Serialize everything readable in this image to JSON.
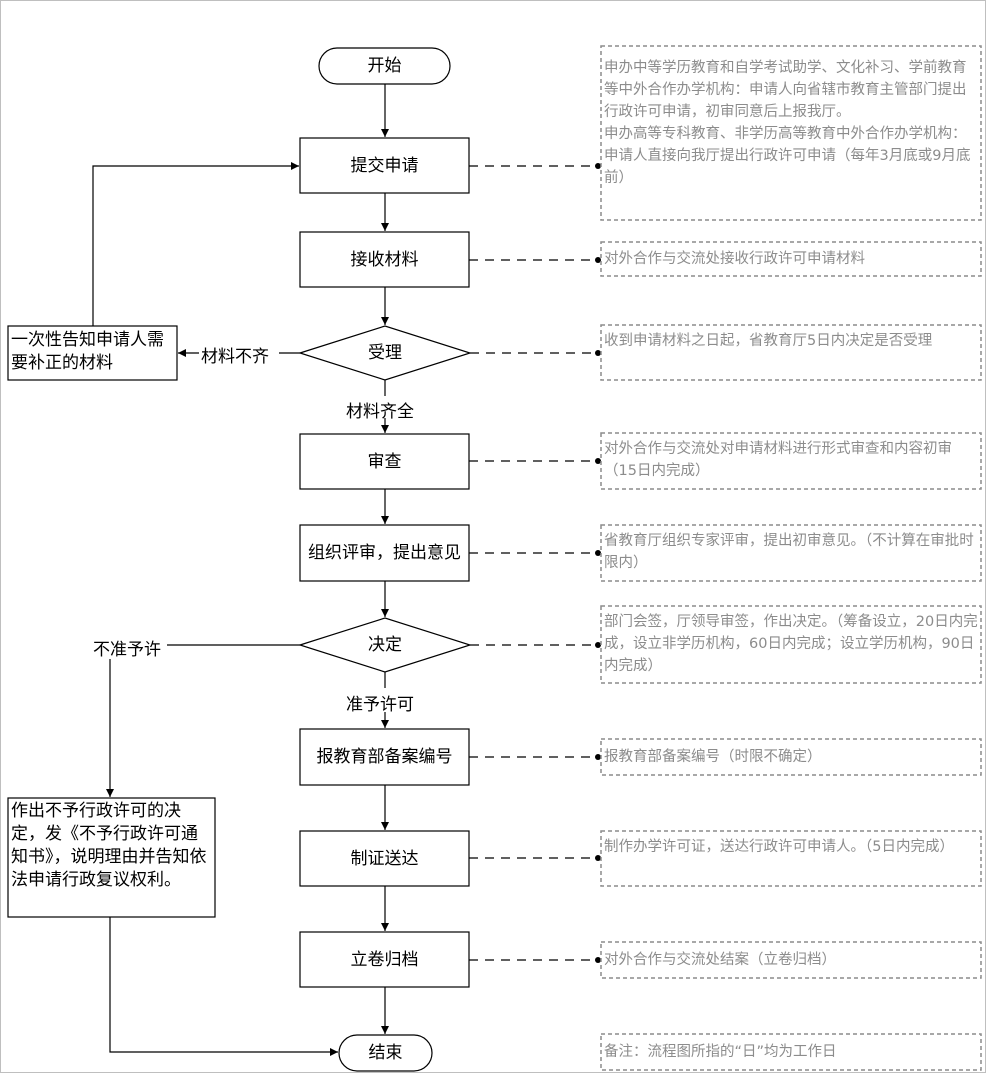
{
  "flow": {
    "start": "开始",
    "end": "结束",
    "submit": "提交申请",
    "receive": "接收材料",
    "accept": "受理",
    "review": "审查",
    "evaluate": "组织评审，提出意见",
    "decide": "决定",
    "register": "报教育部备案编号",
    "issue": "制证送达",
    "archive": "立卷归档"
  },
  "side": {
    "notify": "一次性告知申请人需要补正的材料",
    "deny": "作出不予行政许可的决定，发《不予行政许可通知书》，说明理由并告知依法申请行政复议权利。"
  },
  "labels": {
    "incomplete": "材料不齐",
    "complete": "材料齐全",
    "not_approved": "不准予许",
    "approved": "准予许可"
  },
  "notes": {
    "submit_line1": "申办中等学历教育和自学考试助学、文化补习、学前教育等中外合作办学机构：申请人向省辖市教育主管部门提出行政许可申请，初审同意后上报我厅。",
    "submit_line2": "申办高等专科教育、非学历高等教育中外合作办学机构：申请人直接向我厅提出行政许可申请（每年3月底或9月底前）",
    "receive": "对外合作与交流处接收行政许可申请材料",
    "accept": "收到申请材料之日起，省教育厅5日内决定是否受理",
    "review": "对外合作与交流处对申请材料进行形式审查和内容初审（15日内完成）",
    "evaluate": "省教育厅组织专家评审，提出初审意见。（不计算在审批时限内）",
    "decide": "部门会签，厅领导审签，作出决定。（筹备设立，20日内完成，设立非学历机构，60日内完成；设立学历机构，90日内完成）",
    "register": "报教育部备案编号（时限不确定）",
    "issue": "制作办学许可证，送达行政许可申请人。（5日内完成）",
    "archive": "对外合作与交流处结案（立卷归档）",
    "remark": "备注：流程图所指的“日”均为工作日"
  }
}
